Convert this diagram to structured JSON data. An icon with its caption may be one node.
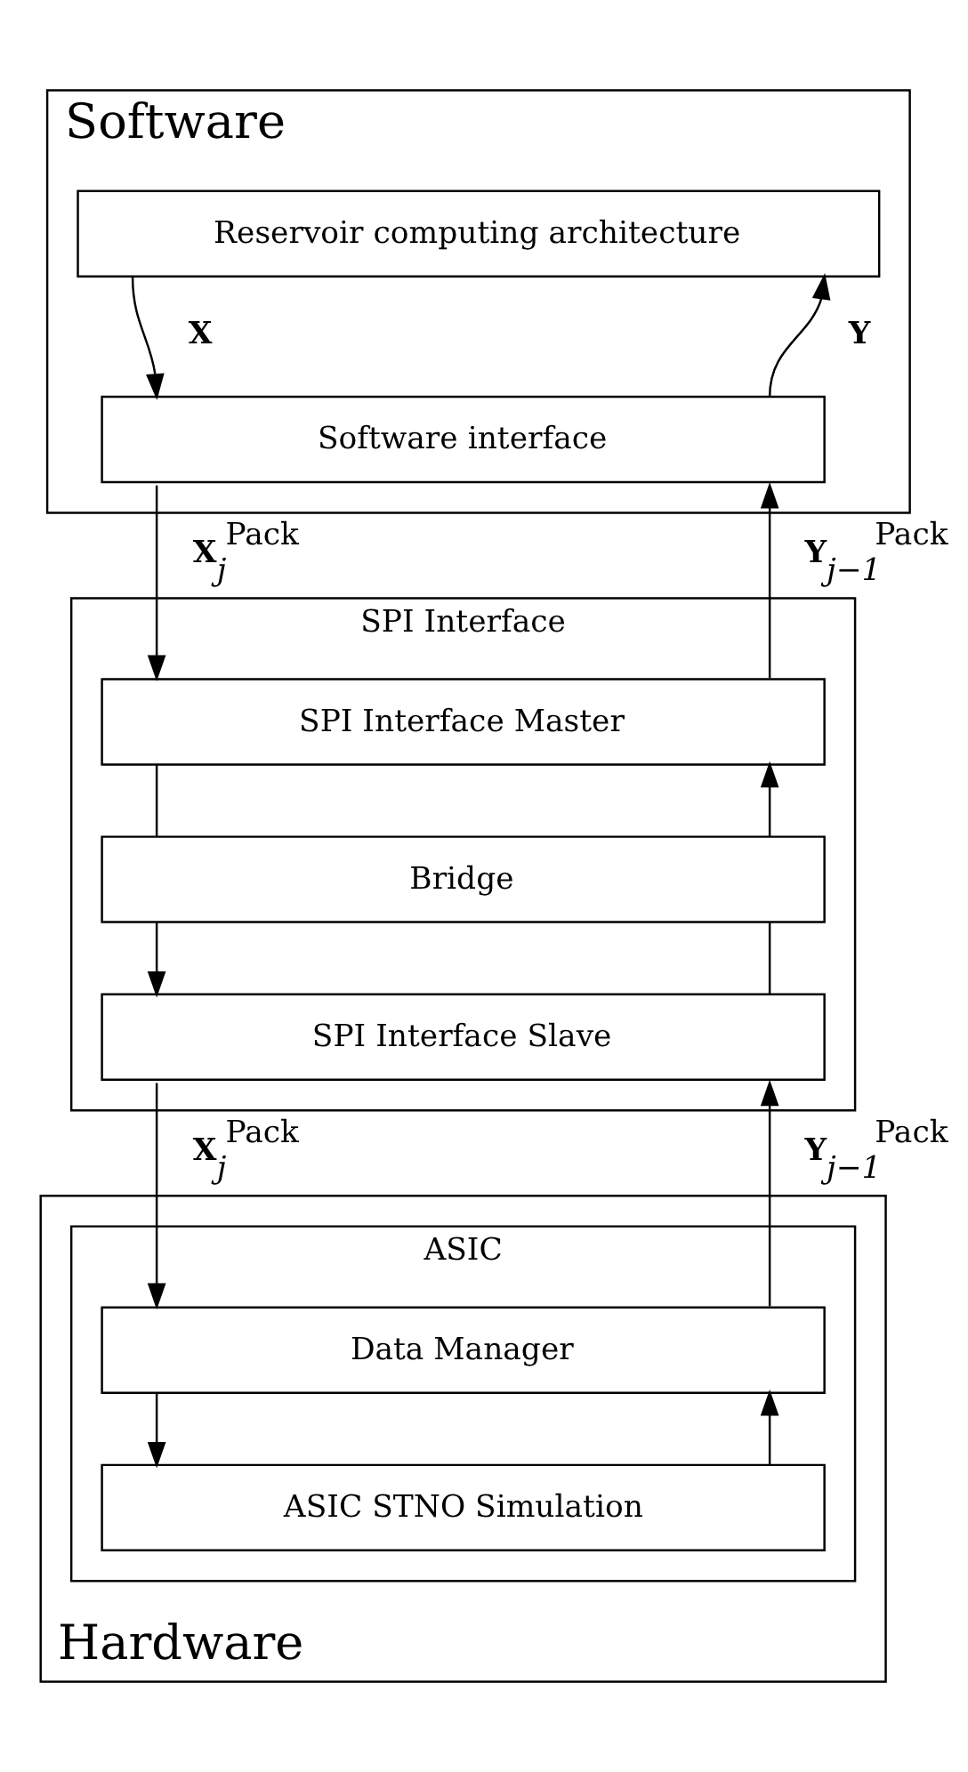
{
  "diagram": {
    "nodes": [
      {
        "text": [
          "Software"
        ]
      },
      {
        "text": [
          "Reservoir computing architecture"
        ],
        "in": 0
      },
      {
        "text": [
          "Software interface"
        ],
        "in": 0
      },
      {
        "text": [
          "SPI Interface"
        ]
      },
      {
        "text": [
          "SPI Interface Master"
        ],
        "in": 3
      },
      {
        "text": [
          "Bridge"
        ],
        "in": 3
      },
      {
        "text": [
          "SPI Interface Slave"
        ],
        "in": 3
      },
      {
        "text": [
          "Hardware"
        ]
      },
      {
        "text": [
          "ASIC"
        ],
        "in": 7
      },
      {
        "text": [
          "Data Manager"
        ],
        "in": 8
      },
      {
        "text": [
          "ASIC STNO Simulation"
        ],
        "in": 8
      }
    ],
    "edges": [
      {
        "from": 1,
        "to": 2,
        "arrow": "to",
        "label": "X"
      },
      {
        "from": 2,
        "to": 1,
        "arrow": "to",
        "label": "Y"
      },
      {
        "from": 2,
        "to": 4,
        "arrow": "to",
        "label": "**X**$_{j}$$^{Pack}$"
      },
      {
        "from": 4,
        "to": 2,
        "arrow": "to",
        "label": "**Y**$_{j−1}$$^{Pack}$"
      },
      {
        "from": 4,
        "to": 5,
        "arrow": "none"
      },
      {
        "from": 5,
        "to": 6,
        "arrow": "to"
      },
      {
        "from": 6,
        "to": 5,
        "arrow": "none"
      },
      {
        "from": 5,
        "to": 4,
        "arrow": "to"
      },
      {
        "from": 6,
        "to": 9,
        "arrow": "to",
        "label": "**X**$_{j}$$^{Pack}$"
      },
      {
        "from": 9,
        "to": 6,
        "arrow": "to",
        "label": "**Y**$_{j−1}$$^{Pack}$"
      },
      {
        "from": 9,
        "to": 10,
        "arrow": "to"
      },
      {
        "from": 10,
        "to": 9,
        "arrow": "to"
      }
    ]
  }
}
